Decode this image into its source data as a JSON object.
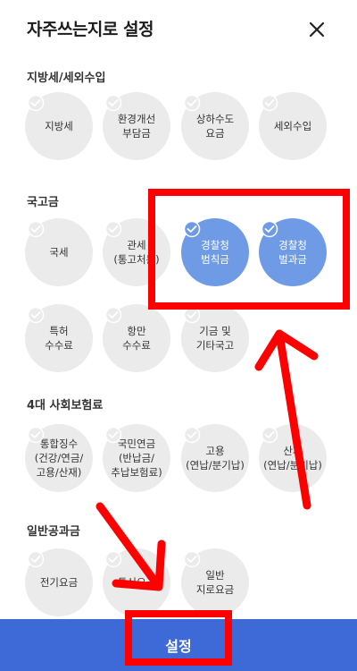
{
  "header": {
    "title": "자주쓰는지로 설정",
    "close_icon": "close-icon"
  },
  "sections": [
    {
      "label": "지방세/세외수입",
      "items": [
        {
          "label": "지방세",
          "selected": false
        },
        {
          "label": "환경개선\n부담금",
          "selected": false
        },
        {
          "label": "상하수도\n요금",
          "selected": false
        },
        {
          "label": "세외수입",
          "selected": false
        }
      ]
    },
    {
      "label": "국고금",
      "items": [
        {
          "label": "국세",
          "selected": false
        },
        {
          "label": "관세\n(통고처분)",
          "selected": false
        },
        {
          "label": "경찰청\n범칙금",
          "selected": true
        },
        {
          "label": "경찰청\n벌과금",
          "selected": true
        },
        {
          "label": "특허\n수수료",
          "selected": false
        },
        {
          "label": "항만\n수수료",
          "selected": false
        },
        {
          "label": "기금 및\n기타국고",
          "selected": false
        }
      ]
    },
    {
      "label": "4대 사회보험료",
      "items": [
        {
          "label": "통합징수\n(건강/연금/\n고용/산재)",
          "selected": false
        },
        {
          "label": "국민연금\n(반납금/\n추납보험료)",
          "selected": false
        },
        {
          "label": "고용\n(연납/분기납)",
          "selected": false
        },
        {
          "label": "산재\n(연납/분기납)",
          "selected": false
        }
      ]
    },
    {
      "label": "일반공과금",
      "items": [
        {
          "label": "전기요금",
          "selected": false
        },
        {
          "label": "통신요금",
          "selected": false
        },
        {
          "label": "일반\n지로요금",
          "selected": false
        }
      ]
    }
  ],
  "footer": {
    "confirm_label": "설정"
  },
  "colors": {
    "primary": "#3d6ad6",
    "selected": "#6f9be6",
    "unselected": "#ebebeb",
    "annotation": "#ff0000"
  }
}
